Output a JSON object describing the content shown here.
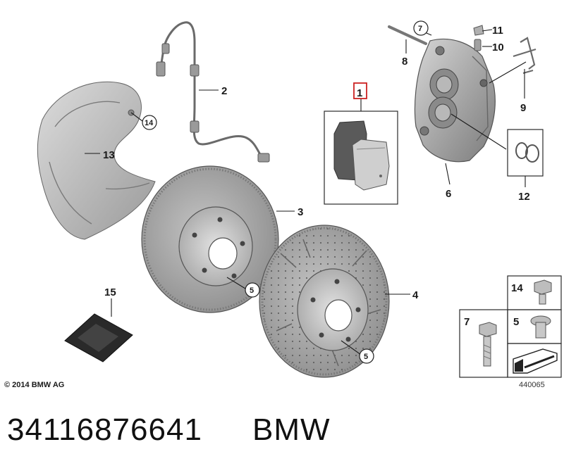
{
  "callouts": {
    "c1": "1",
    "c2": "2",
    "c3": "3",
    "c4": "4",
    "c5a": "5",
    "c5b": "5",
    "c6": "6",
    "c7": "7",
    "c8": "8",
    "c9": "9",
    "c10": "10",
    "c11": "11",
    "c12": "12",
    "c13": "13",
    "c14": "14",
    "c15": "15"
  },
  "parts_box": {
    "c14": "14",
    "c7": "7",
    "c5": "5"
  },
  "footer": {
    "copyright": "© 2014 BMW AG",
    "diagram_id": "440065",
    "part_number": "34116876641",
    "brand": "BMW"
  },
  "colors": {
    "highlight": "#cc2222",
    "metal": "#a9a9a9",
    "metal_dark": "#7a7a7a",
    "metal_light": "#d0d0d0"
  }
}
